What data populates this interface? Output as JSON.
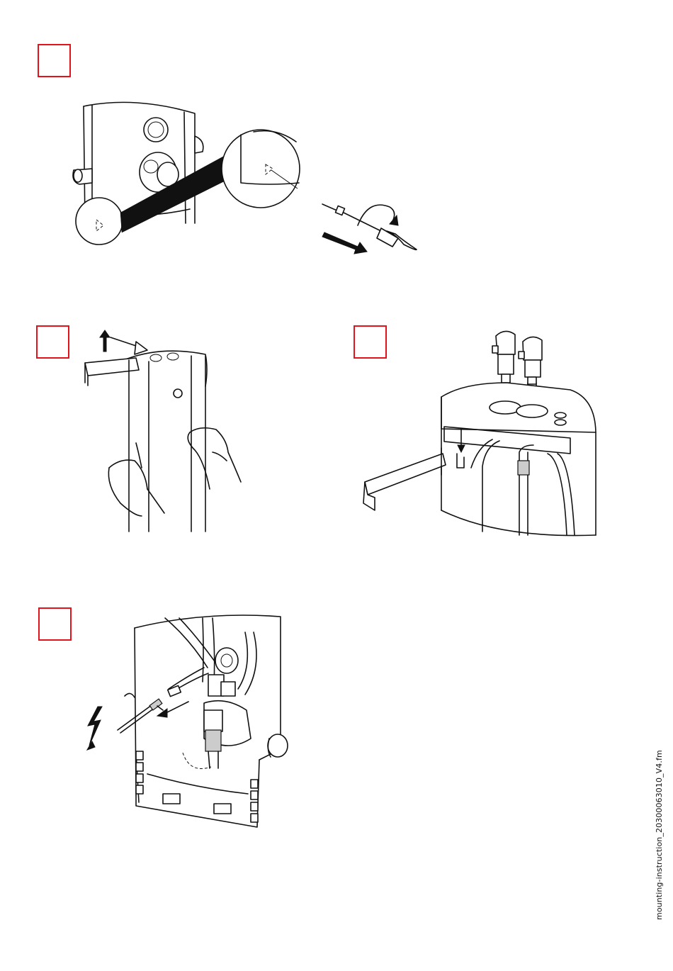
{
  "page": {
    "footer_filename": "mounting-instruction_20300063010_V4.fm"
  },
  "steps": [
    {
      "id": "step1",
      "number": "",
      "illustration": "remove-front-cover-screw"
    },
    {
      "id": "step2",
      "number": "",
      "illustration": "lift-cover-off-bracket"
    },
    {
      "id": "step3",
      "number": "",
      "illustration": "hook-unit-on-wall-bracket"
    },
    {
      "id": "step4",
      "number": "",
      "illustration": "disconnect-electrical-plug"
    }
  ],
  "colors": {
    "step_box": "#e3131b",
    "line_art": "#111111",
    "background": "#ffffff"
  }
}
